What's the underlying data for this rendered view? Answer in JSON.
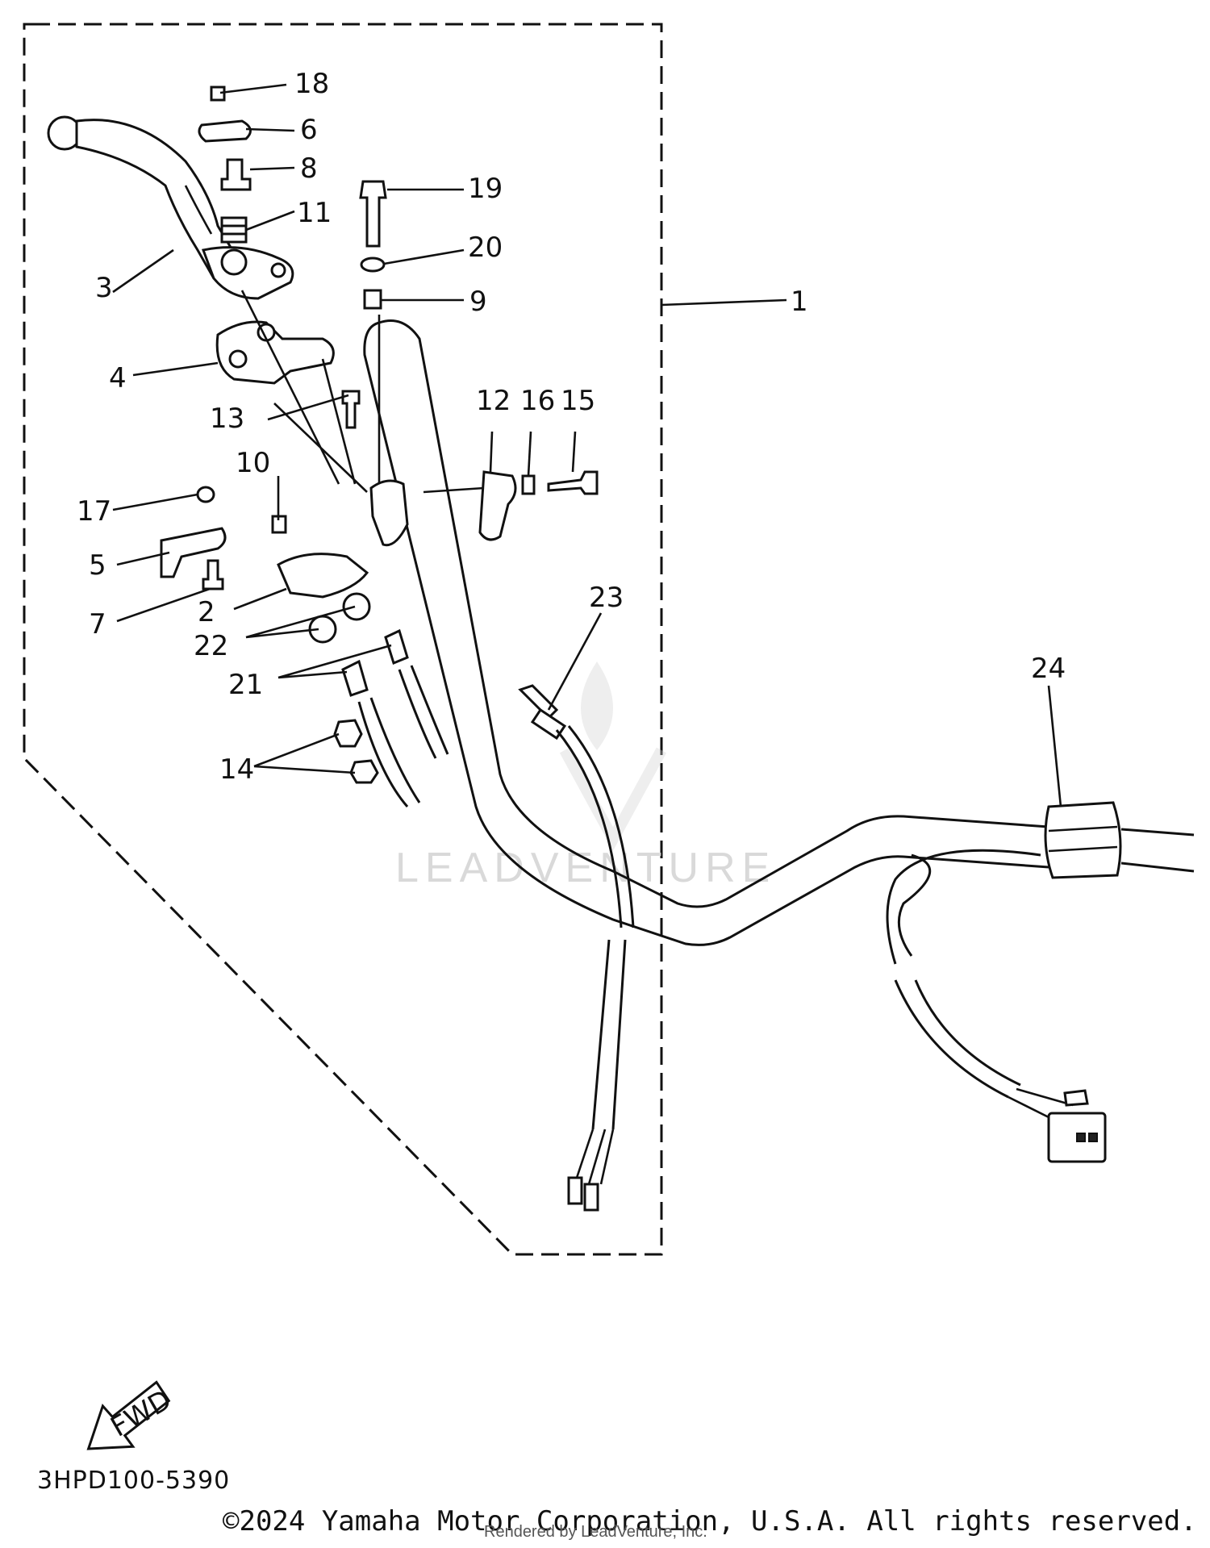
{
  "diagram": {
    "callouts": [
      "1",
      "2",
      "3",
      "4",
      "5",
      "6",
      "7",
      "8",
      "9",
      "10",
      "11",
      "12",
      "13",
      "14",
      "15",
      "16",
      "17",
      "18",
      "19",
      "20",
      "21",
      "22",
      "23",
      "24"
    ],
    "fwd_label": "FWD",
    "diagram_code": "3HPD100-5390",
    "copyright": "©2024 Yamaha Motor Corporation, U.S.A. All rights reserved.",
    "rendered_by": "Rendered by LeadVenture, Inc.",
    "watermark": "LEADVENTURE"
  }
}
